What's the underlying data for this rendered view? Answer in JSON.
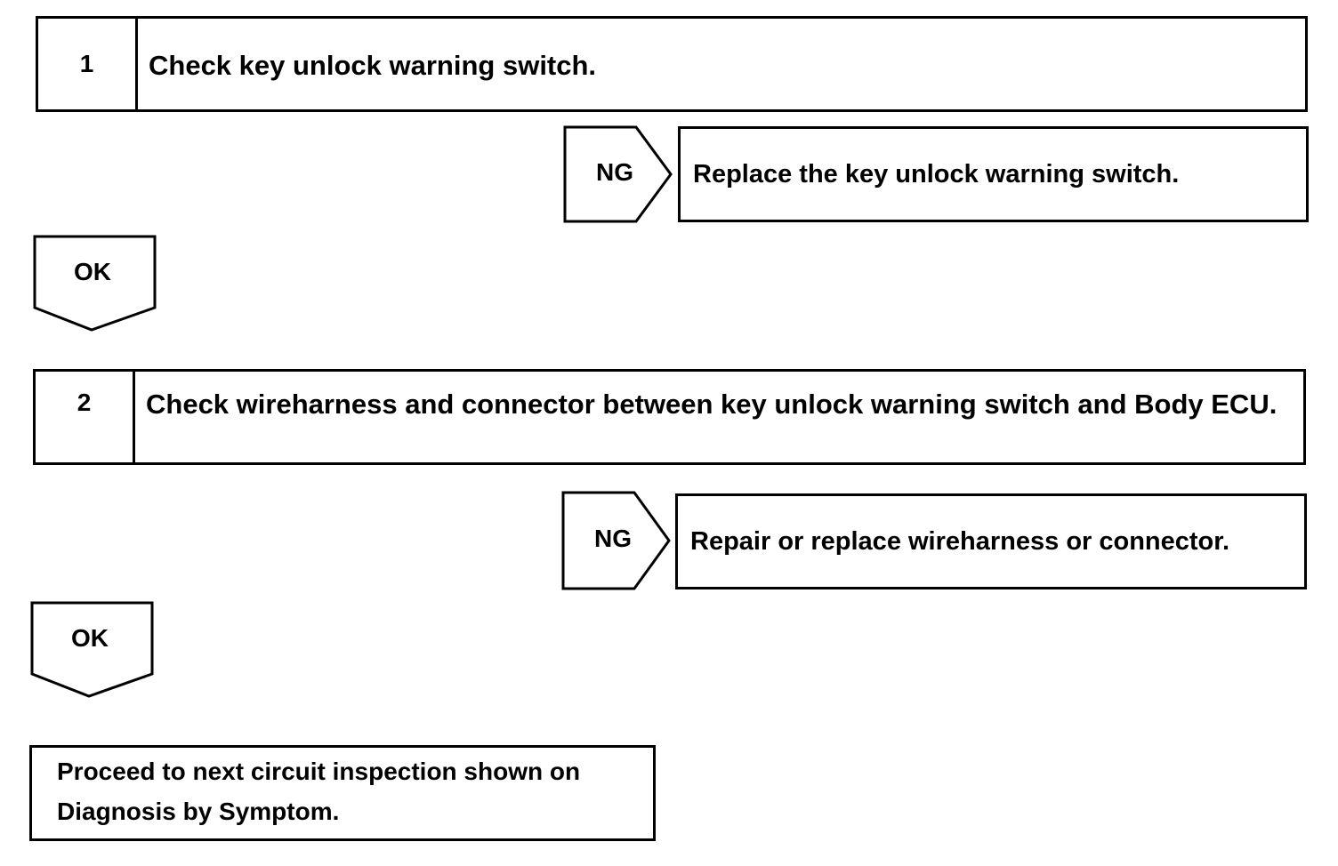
{
  "steps": [
    {
      "number": "1",
      "text": "Check key unlock warning switch."
    },
    {
      "number": "2",
      "text": "Check wireharness and connector between key unlock warning switch and Body ECU."
    }
  ],
  "branches": [
    {
      "ng_label": "NG",
      "ng_action": "Replace the key unlock warning switch.",
      "ok_label": "OK"
    },
    {
      "ng_label": "NG",
      "ng_action": "Repair or replace wireharness or connector.",
      "ok_label": "OK"
    }
  ],
  "final": {
    "line1": "Proceed to next circuit inspection shown on",
    "line2": "Diagnosis by Symptom."
  }
}
